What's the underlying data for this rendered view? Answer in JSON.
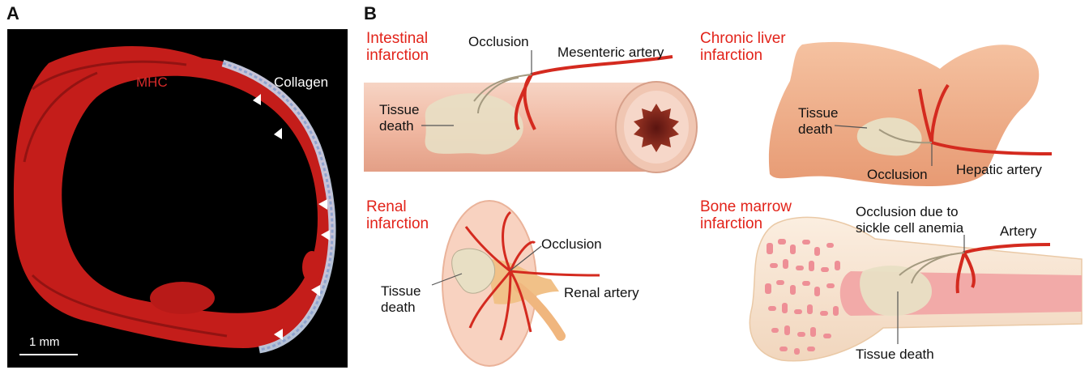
{
  "panel_a": {
    "letter": "A",
    "mhc_label": "MHC",
    "collagen_label": "Collagen",
    "scale_bar": "1 mm"
  },
  "panel_b": {
    "letter": "B",
    "intestinal": {
      "title_line1": "Intestinal",
      "title_line2": "infarction",
      "occlusion": "Occlusion",
      "artery": "Mesenteric artery",
      "tissue_line1": "Tissue",
      "tissue_line2": "death"
    },
    "liver": {
      "title_line1": "Chronic liver",
      "title_line2": "infarction",
      "tissue_line1": "Tissue",
      "tissue_line2": "death",
      "occlusion": "Occlusion",
      "artery": "Hepatic artery"
    },
    "renal": {
      "title_line1": "Renal",
      "title_line2": "infarction",
      "occlusion": "Occlusion",
      "tissue_line1": "Tissue",
      "tissue_line2": "death",
      "artery": "Renal artery"
    },
    "bone": {
      "title_line1": "Bone marrow",
      "title_line2": "infarction",
      "occlusion_line1": "Occlusion due to",
      "occlusion_line2": "sickle cell anemia",
      "artery": "Artery",
      "tissue": "Tissue death"
    }
  },
  "colors": {
    "artery_red": "#d42a1f",
    "title_red": "#e2231a",
    "tissue_beige": "#e6dcc0",
    "skin_pink": "#f3c3ad",
    "liver_orange": "#eeaa84",
    "bone_cream": "#f7e4cf",
    "marrow_pink": "#f2aaa8"
  }
}
